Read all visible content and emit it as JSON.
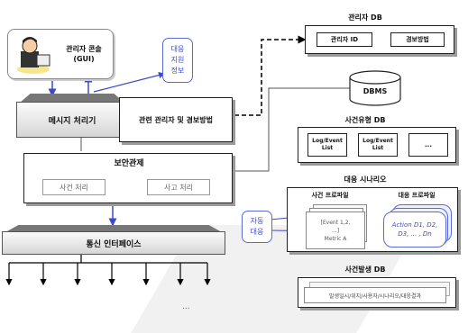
{
  "console": {
    "label_line1": "관리자 콘솔",
    "label_line2": "(GUI)"
  },
  "response_info": {
    "label_line1": "대응",
    "label_line2": "지원",
    "label_line3": "정보"
  },
  "message_processor": {
    "label": "메시지 처리기"
  },
  "admin_alarm_box": {
    "label": "관련 관리자 및 경보방법"
  },
  "security_control": {
    "title": "보안관제",
    "event_processing": "사건 처리",
    "incident_processing": "사고 처리"
  },
  "comm_interface": {
    "label": "통신 인터페이스"
  },
  "admin_db": {
    "title": "관리자 DB",
    "admin_id": "관리자 ID",
    "alarm_method": "경보방법"
  },
  "dbms": {
    "label": "DBMS"
  },
  "event_type_db": {
    "title": "사건유형 DB",
    "items": [
      "Log/Event List",
      "Log/Event List",
      "..."
    ]
  },
  "response_scenario": {
    "title": "대응 시나리오",
    "event_profile": {
      "title": "사건 프로파일",
      "line1": "[Event 1,2,",
      "line2": "...]",
      "line3": "Metric A"
    },
    "response_profile": {
      "title": "대응 프로파일",
      "line1": "Action D1, D2,",
      "line2": "D3, ... , Dn"
    }
  },
  "auto_response": {
    "label_line1": "자동",
    "label_line2": "대응"
  },
  "event_occurrence_db": {
    "title": "사건발생 DB",
    "fields": "발생일시/위치/사용자/시나리오/대응결과"
  },
  "bottom_ellipsis": "...",
  "colors": {
    "blue": "#3b4bc8",
    "bubble_border": "#5a6ad8",
    "gray": "#888888"
  }
}
